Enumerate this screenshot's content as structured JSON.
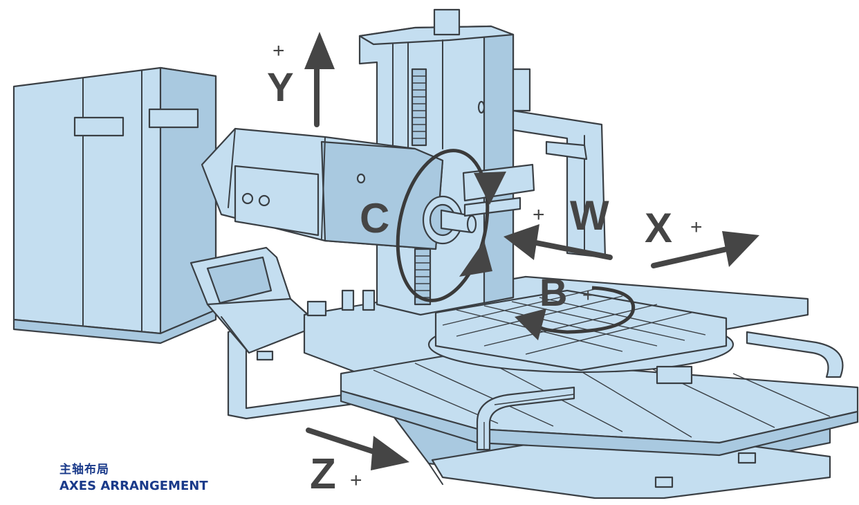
{
  "diagram": {
    "axes": {
      "y": {
        "letter": "Y",
        "sign": "+"
      },
      "c": {
        "letter": "C"
      },
      "w": {
        "letter": "W",
        "sign": "+"
      },
      "x": {
        "letter": "X",
        "sign": "+"
      },
      "b": {
        "letter": "B",
        "sign": "+"
      },
      "z": {
        "letter": "Z",
        "sign": "+"
      }
    },
    "caption": {
      "chinese": "主轴布局",
      "english": "AXES ARRANGEMENT"
    },
    "colors": {
      "machine_fill": "#c4def0",
      "outline": "#3a3f44",
      "arrow": "#454545",
      "caption": "#1a3a8a"
    }
  }
}
